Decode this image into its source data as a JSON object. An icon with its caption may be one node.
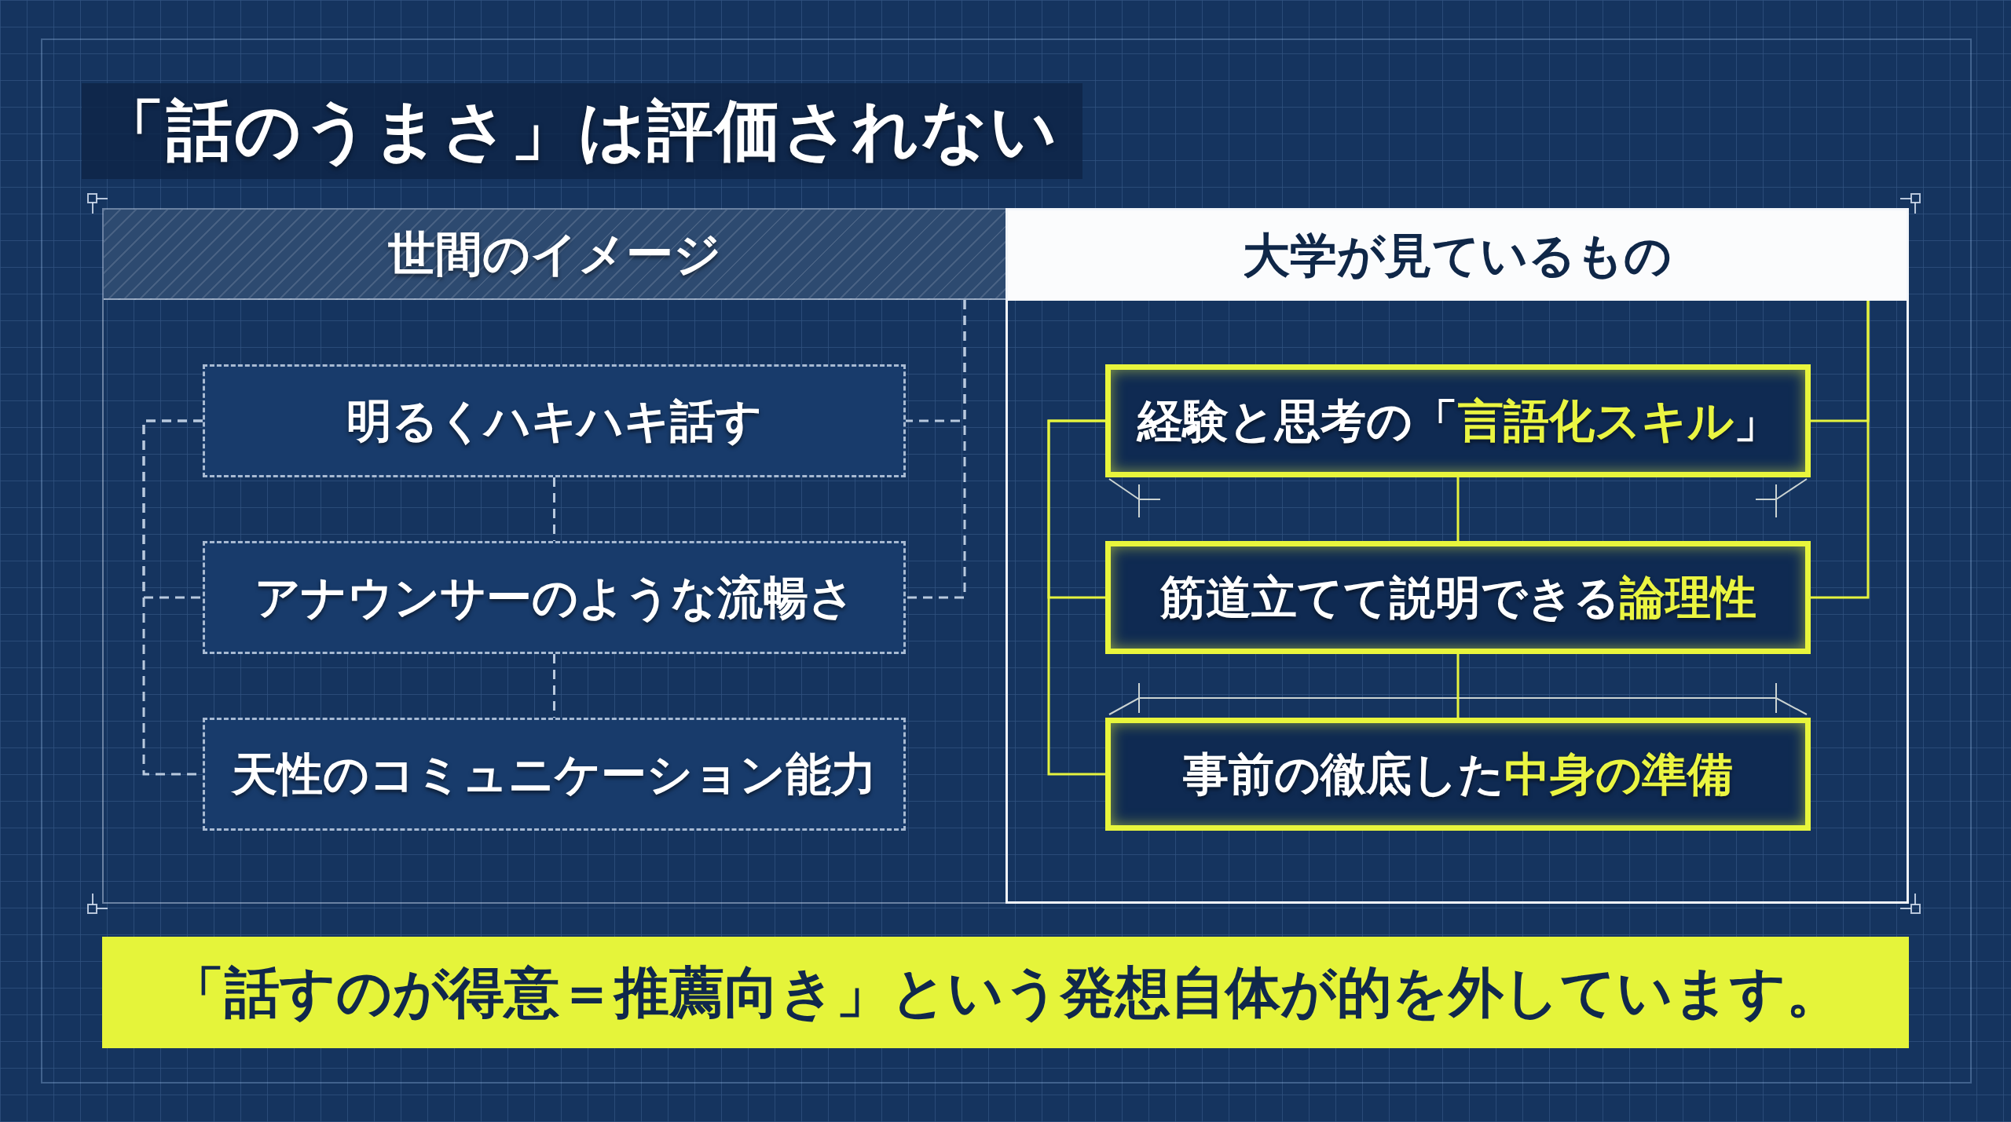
{
  "diagram": {
    "title": "「話のうまさ」は評価されない",
    "nodes": [
      {
        "text": [
          "世間のイメージ"
        ]
      },
      {
        "text": [
          "明るくハキハキ話す"
        ],
        "in": 0
      },
      {
        "text": [
          "アナウンサーのような流暢さ"
        ],
        "in": 0
      },
      {
        "text": [
          "天性のコミュニケーション能力"
        ],
        "in": 0
      },
      {
        "text": [
          "大学が見ているもの"
        ]
      },
      {
        "text": [
          "経験と思考の「**言語化スキル**」"
        ],
        "in": 4
      },
      {
        "text": [
          "筋道立てて説明できる**論理性**"
        ],
        "in": 4
      },
      {
        "text": [
          "事前の徹底した**中身の準備**"
        ],
        "in": 4
      },
      {
        "text": [
          "「話すのが得意＝推薦向き」という発想自体が的を外しています。"
        ]
      }
    ],
    "edges": [
      {
        "from": 1,
        "to": 2,
        "arrow": "none",
        "style": "dashed"
      },
      {
        "from": 2,
        "to": 3,
        "arrow": "none",
        "style": "dashed"
      },
      {
        "from": 1,
        "to": 2,
        "arrow": "none",
        "style": "dashed"
      },
      {
        "from": 1,
        "to": 3,
        "arrow": "none",
        "style": "dashed"
      },
      {
        "from": 0,
        "to": 1,
        "arrow": "none",
        "style": "dashed"
      },
      {
        "from": 0,
        "to": 2,
        "arrow": "none",
        "style": "dashed"
      },
      {
        "from": 5,
        "to": 6,
        "arrow": "none",
        "color": "#e6f33e"
      },
      {
        "from": 6,
        "to": 7,
        "arrow": "none",
        "color": "#e6f33e"
      },
      {
        "from": 5,
        "to": 6,
        "arrow": "none",
        "color": "#e6f33e"
      },
      {
        "from": 5,
        "to": 7,
        "arrow": "none",
        "color": "#e6f33e"
      },
      {
        "from": 4,
        "to": 5,
        "arrow": "none",
        "color": "#e6f33e"
      },
      {
        "from": 4,
        "to": 6,
        "arrow": "none",
        "color": "#e6f33e"
      }
    ]
  }
}
